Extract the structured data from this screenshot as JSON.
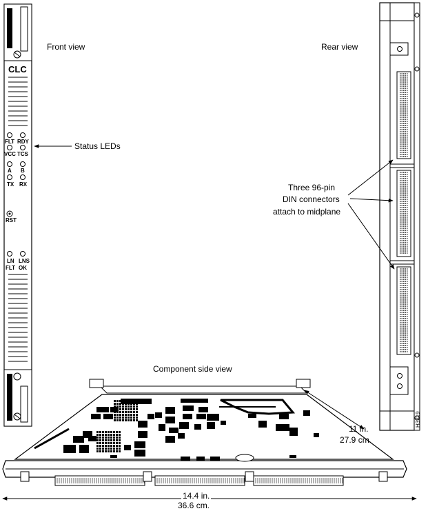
{
  "front_view": {
    "caption": "Front view",
    "card_label": "CLC",
    "led_labels": [
      [
        "FLT",
        "RDY"
      ],
      [
        "VCC",
        "TCS"
      ],
      [
        "A",
        "B"
      ],
      [
        "TX",
        "RX"
      ]
    ],
    "reset_label": "RST",
    "line_labels": [
      "LN",
      "LNS"
    ],
    "line_labels_2": [
      "FLT",
      "OK"
    ]
  },
  "status_callout": "Status LEDs",
  "rear_view": {
    "caption": "Rear view",
    "callout_lines": [
      "Three 96-pin",
      "DIN connectors",
      "attach to midplane"
    ]
  },
  "component_view": {
    "caption": "Component side view",
    "depth_dim": [
      "11 in.",
      "27.9 cm."
    ],
    "width_dim": [
      "14.4 in.",
      "36.6 cm."
    ]
  },
  "figure_id": "H3219"
}
